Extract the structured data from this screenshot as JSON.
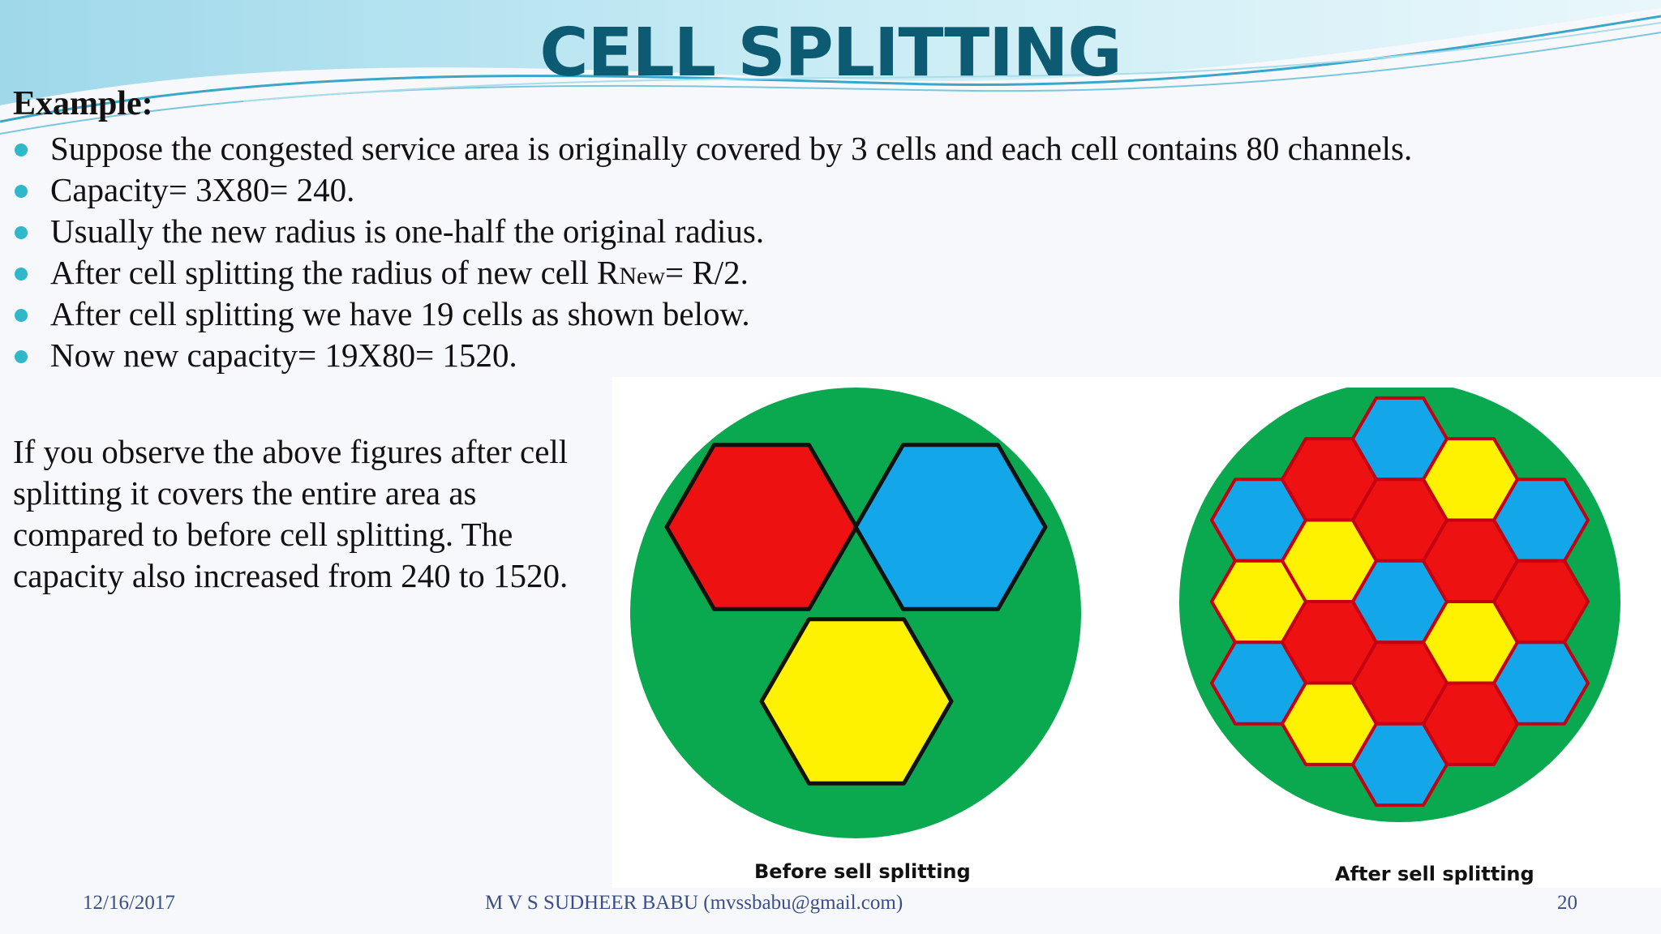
{
  "slide": {
    "title": "CELL SPLITTING",
    "example_label": "Example:",
    "bullets": [
      {
        "pre": "Suppose the congested service area is originally covered by 3 cells and each cell contains 80 channels.",
        "sub": "",
        "post": ""
      },
      {
        "pre": "Capacity= 3X80= 240.",
        "sub": "",
        "post": ""
      },
      {
        "pre": "Usually the new radius is one-half the original radius.",
        "sub": "",
        "post": ""
      },
      {
        "pre": "After cell splitting the radius of new cell R",
        "sub": "New",
        "post": "= R/2."
      },
      {
        "pre": "After cell splitting we have 19 cells as shown below.",
        "sub": "",
        "post": ""
      },
      {
        "pre": "Now new capacity= 19X80= 1520.",
        "sub": "",
        "post": ""
      }
    ],
    "paragraph": "If you observe the above figures after cell splitting it covers the entire area as compared to before cell splitting. The capacity also increased from 240 to 1520.",
    "figures": {
      "before_caption": "Before sell splitting",
      "after_caption": "After sell splitting"
    },
    "footer": {
      "date": "12/16/2017",
      "author": "M V S SUDHEER BABU (mvssbabu@gmail.com)",
      "page": "20"
    },
    "colors": {
      "title": "#0d5a73",
      "bullet": "#2fb8c9",
      "green": "#0aa84f",
      "red": "#ee1111",
      "blue": "#13a6e8",
      "yellow": "#fff200"
    }
  }
}
